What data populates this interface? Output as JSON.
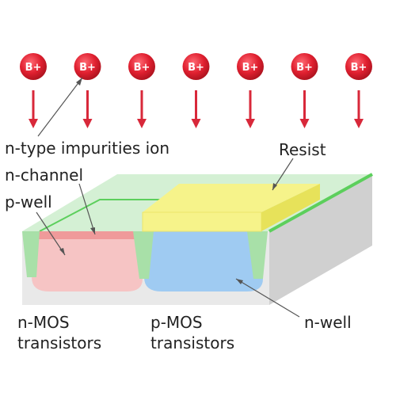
{
  "ions": {
    "label": "B+",
    "count": 7,
    "color": "#e02030",
    "arrow_color": "#d8283a"
  },
  "labels": {
    "impurities": "n-type impurities ion",
    "resist": "Resist",
    "n_channel": "n-channel",
    "p_well": "p-well",
    "n_mos_line1": "n-MOS",
    "n_mos_line2": "transistors",
    "p_mos_line1": "p-MOS",
    "p_mos_line2": "transistors",
    "n_well": "n-well"
  },
  "colors": {
    "substrate_top": "#d4f0d4",
    "substrate_front": "#e9e9e9",
    "substrate_side": "#d0d0d0",
    "green_edge": "#5ccf5c",
    "resist_top": "#f6f38a",
    "resist_side": "#e7e25a",
    "p_well": "#f6c4c4",
    "n_channel": "#ef9a9a",
    "n_well": "#9fcbf2",
    "isolation": "#a8e0a8"
  }
}
